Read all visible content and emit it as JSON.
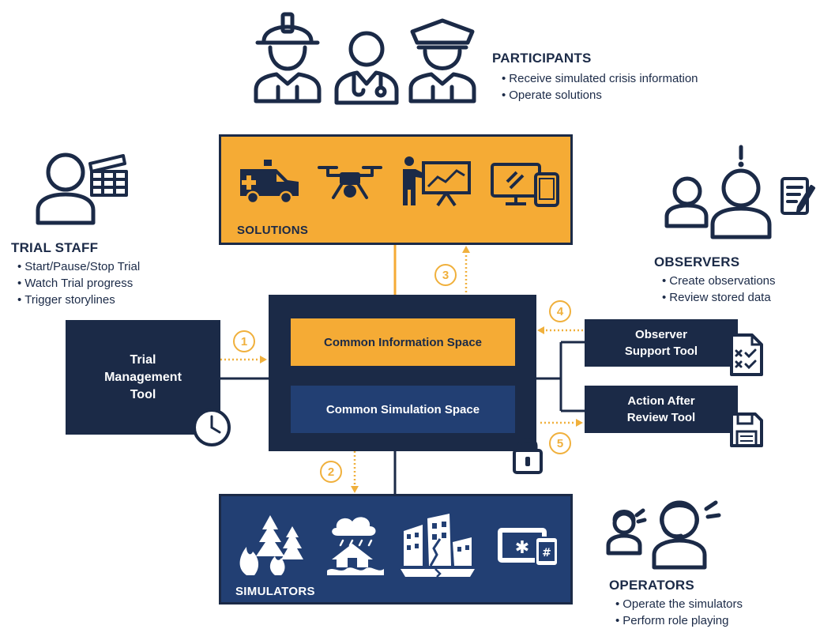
{
  "colors": {
    "navy": "#1b2a47",
    "orange": "#f5ab35",
    "blue": "#223f73",
    "accent": "#f0b03c"
  },
  "participants": {
    "title": "PARTICIPANTS",
    "items": [
      "Receive simulated crisis information",
      "Operate solutions"
    ],
    "icons": [
      "firefighter-icon",
      "doctor-icon",
      "police-officer-icon"
    ]
  },
  "trial_staff": {
    "title": "TRIAL STAFF",
    "items": [
      "Start/Pause/Stop Trial",
      "Watch Trial progress",
      "Trigger storylines"
    ]
  },
  "observers": {
    "title": "OBSERVERS",
    "items": [
      "Create observations",
      "Review stored data"
    ]
  },
  "operators": {
    "title": "OPERATORS",
    "items": [
      "Operate the simulators",
      "Perform role playing"
    ]
  },
  "solutions": {
    "label": "SOLUTIONS",
    "icons": [
      "ambulance-icon",
      "drone-icon",
      "presentation-icon",
      "devices-icon"
    ]
  },
  "simulators": {
    "label": "SIMULATORS",
    "icons": [
      "wildfire-icon",
      "flood-icon",
      "earthquake-icon",
      "tablet-app-icon"
    ]
  },
  "core": {
    "info_space": "Common Information Space",
    "sim_space": "Common Simulation Space"
  },
  "tools": {
    "trial_management": "Trial\nManagement\nTool",
    "observer_support": "Observer\nSupport Tool",
    "after_action": "Action After\nReview Tool"
  },
  "connections": [
    "1",
    "2",
    "3",
    "4",
    "5"
  ]
}
